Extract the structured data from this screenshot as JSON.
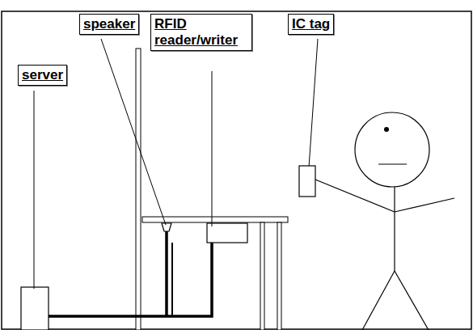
{
  "diagram": {
    "nodes": [
      {
        "text": [
          "speaker"
        ]
      },
      {
        "text": [
          "RFID reader/writer"
        ]
      },
      {
        "text": [
          "IC tag"
        ]
      },
      {
        "text": [
          "server"
        ]
      }
    ]
  }
}
